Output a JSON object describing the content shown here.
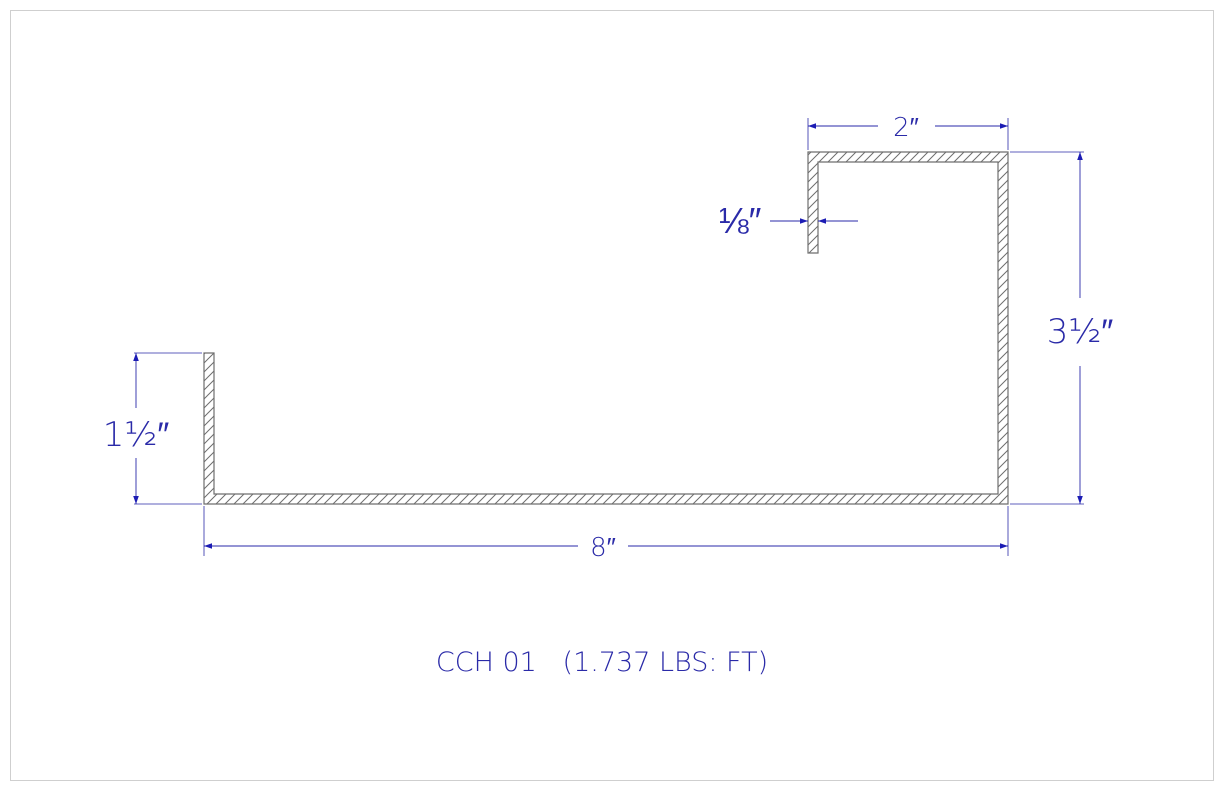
{
  "drawing": {
    "caption": "CCH 01   (1.737 LBS: FT)",
    "line_color": "#6e6e6e",
    "dimension_color": "#2a2aa8",
    "dimensions": {
      "top_width": "2″",
      "thickness": "⅛″",
      "right_height": "3½″",
      "left_height": "1½″",
      "bottom_width": "8″"
    }
  }
}
